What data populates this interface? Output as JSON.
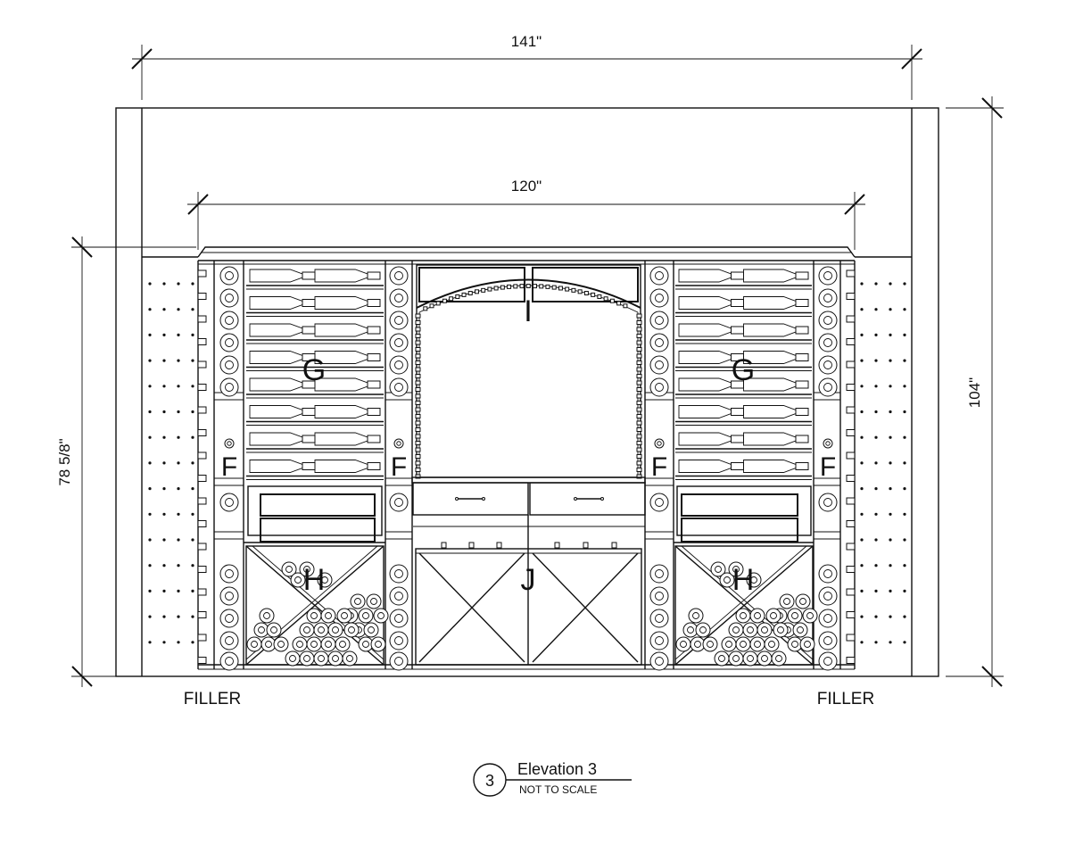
{
  "dimensions": {
    "overall_width": "141\"",
    "inner_width": "120\"",
    "overall_height": "104\"",
    "cabinet_height": "78 5/8\""
  },
  "labels": {
    "filler_left": "FILLER",
    "filler_right": "FILLER",
    "section_f": "F",
    "section_g": "G",
    "section_h": "H",
    "section_i": "I",
    "section_j": "J"
  },
  "title_block": {
    "number": "3",
    "title": "Elevation 3",
    "scale_note": "NOT TO SCALE"
  }
}
